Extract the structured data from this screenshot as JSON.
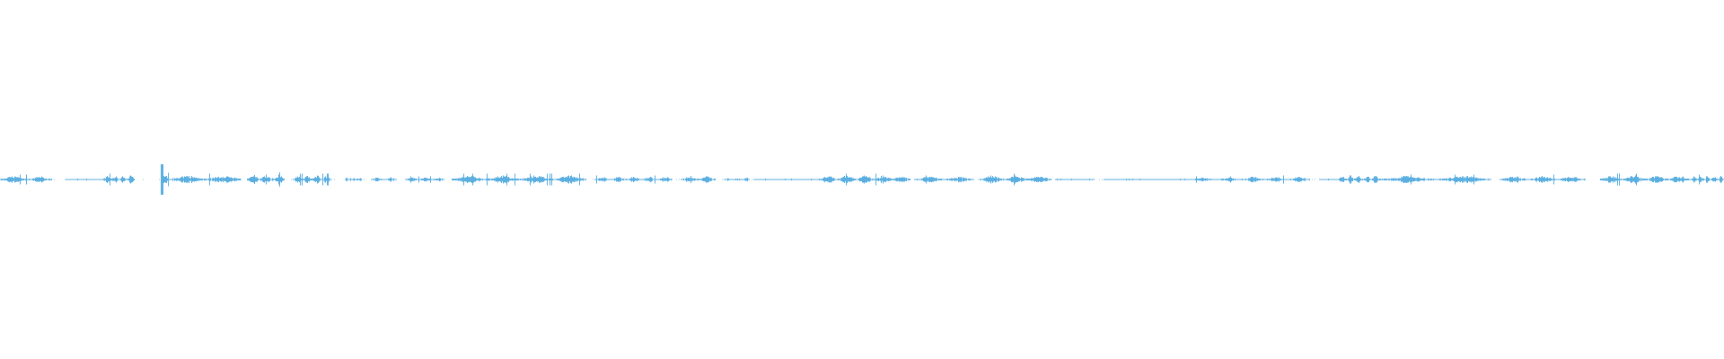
{
  "waveform": {
    "color": "#5aaee0",
    "background": "#ffffff",
    "duration_fraction_segments": [
      {
        "start": 0.0,
        "end": 0.03,
        "level": 0.5
      },
      {
        "start": 0.038,
        "end": 0.06,
        "level": 0.1
      },
      {
        "start": 0.06,
        "end": 0.078,
        "level": 0.6
      },
      {
        "start": 0.093,
        "end": 0.098,
        "level": 1.0
      },
      {
        "start": 0.098,
        "end": 0.14,
        "level": 0.6
      },
      {
        "start": 0.143,
        "end": 0.165,
        "level": 0.7
      },
      {
        "start": 0.17,
        "end": 0.192,
        "level": 0.6
      },
      {
        "start": 0.2,
        "end": 0.21,
        "level": 0.3
      },
      {
        "start": 0.215,
        "end": 0.23,
        "level": 0.3
      },
      {
        "start": 0.235,
        "end": 0.258,
        "level": 0.3
      },
      {
        "start": 0.262,
        "end": 0.34,
        "level": 0.6
      },
      {
        "start": 0.345,
        "end": 0.39,
        "level": 0.4
      },
      {
        "start": 0.395,
        "end": 0.415,
        "level": 0.5
      },
      {
        "start": 0.42,
        "end": 0.435,
        "level": 0.2
      },
      {
        "start": 0.437,
        "end": 0.475,
        "level": 0.1
      },
      {
        "start": 0.475,
        "end": 0.528,
        "level": 0.6
      },
      {
        "start": 0.53,
        "end": 0.565,
        "level": 0.4
      },
      {
        "start": 0.568,
        "end": 0.61,
        "level": 0.6
      },
      {
        "start": 0.612,
        "end": 0.635,
        "level": 0.1
      },
      {
        "start": 0.64,
        "end": 0.69,
        "level": 0.1
      },
      {
        "start": 0.69,
        "end": 0.72,
        "level": 0.3
      },
      {
        "start": 0.72,
        "end": 0.76,
        "level": 0.4
      },
      {
        "start": 0.765,
        "end": 0.78,
        "level": 0.1
      },
      {
        "start": 0.776,
        "end": 0.8,
        "level": 0.6
      },
      {
        "start": 0.8,
        "end": 0.865,
        "level": 0.5
      },
      {
        "start": 0.87,
        "end": 0.92,
        "level": 0.5
      },
      {
        "start": 0.928,
        "end": 0.98,
        "level": 0.6
      },
      {
        "start": 0.98,
        "end": 1.0,
        "level": 0.5
      }
    ]
  }
}
